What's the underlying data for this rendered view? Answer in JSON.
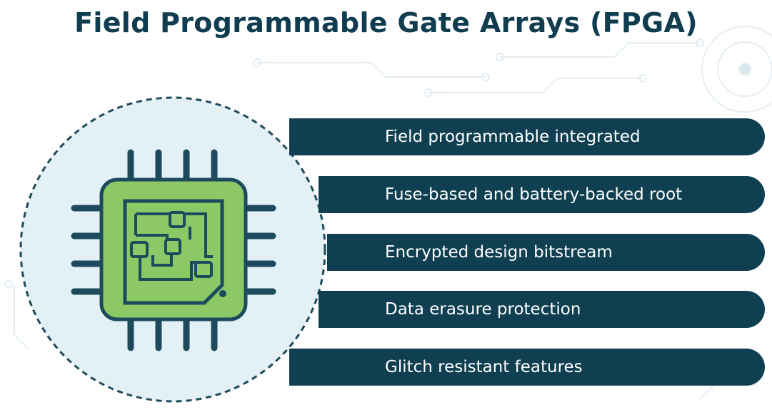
{
  "title": "Field Programmable Gate Arrays (FPGA)",
  "features": [
    "Field programmable integrated",
    "Fuse-based and battery-backed root",
    "Encrypted design bitstream",
    "Data erasure protection",
    "Glitch resistant features"
  ],
  "colors": {
    "title": "#0f3d4f",
    "bar": "#0f3f51",
    "circle_fill": "#e3f0f5",
    "chip_fill": "#8cc865",
    "chip_outline": "#1d4a5c"
  },
  "icons": [
    "fpga-chip-icon"
  ]
}
